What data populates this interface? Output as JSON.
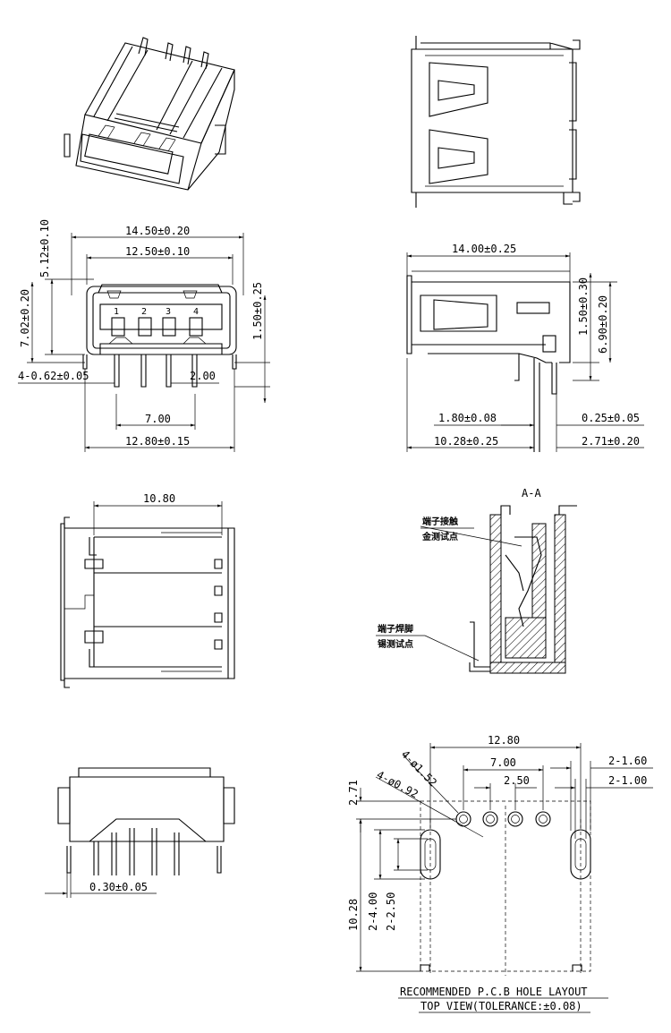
{
  "front_view": {
    "dim_width_outer": "14.50±0.20",
    "dim_width_inner": "12.50±0.10",
    "dim_height_top": "5.12±0.10",
    "dim_height_body": "7.02±0.20",
    "dim_pin_standoff": "1.50±0.25",
    "dim_pin_dia": "4-0.62±0.05",
    "dim_pin_pitch": "2.00",
    "dim_pin_span": "7.00",
    "dim_mount_span": "12.80±0.15",
    "pin_numbers": [
      "1",
      "2",
      "3",
      "4"
    ]
  },
  "side_view": {
    "dim_length": "14.00±0.25",
    "dim_h1": "1.50±0.30",
    "dim_h2": "6.90±0.20",
    "dim_a": "1.80±0.08",
    "dim_b": "0.25±0.05",
    "dim_c": "10.28±0.25",
    "dim_d": "2.71±0.20"
  },
  "bottom_view": {
    "dim_width": "10.80"
  },
  "section_view": {
    "title": "A-A",
    "note1_line1": "端子接触",
    "note1_line2": "金测试点",
    "note2_line1": "端子焊脚",
    "note2_line2": "锡测试点"
  },
  "rear_view": {
    "dim_thickness": "0.30±0.05"
  },
  "pcb_layout": {
    "dim_mount_span": "12.80",
    "dim_pin_span": "7.00",
    "dim_pitch": "2.50",
    "dim_slot_w": "2-1.60",
    "dim_slot_h": "2-1.00",
    "dim_hole_large": "4-ø1.52",
    "dim_hole_small": "4-ø0.92",
    "dim_offset": "2.71",
    "dim_depth": "10.28",
    "dim_slot_len1": "2-4.00",
    "dim_slot_len2": "2-2.50",
    "caption1": "RECOMMENDED P.C.B HOLE LAYOUT",
    "caption2": "TOP VIEW(TOLERANCE:±0.08)"
  }
}
